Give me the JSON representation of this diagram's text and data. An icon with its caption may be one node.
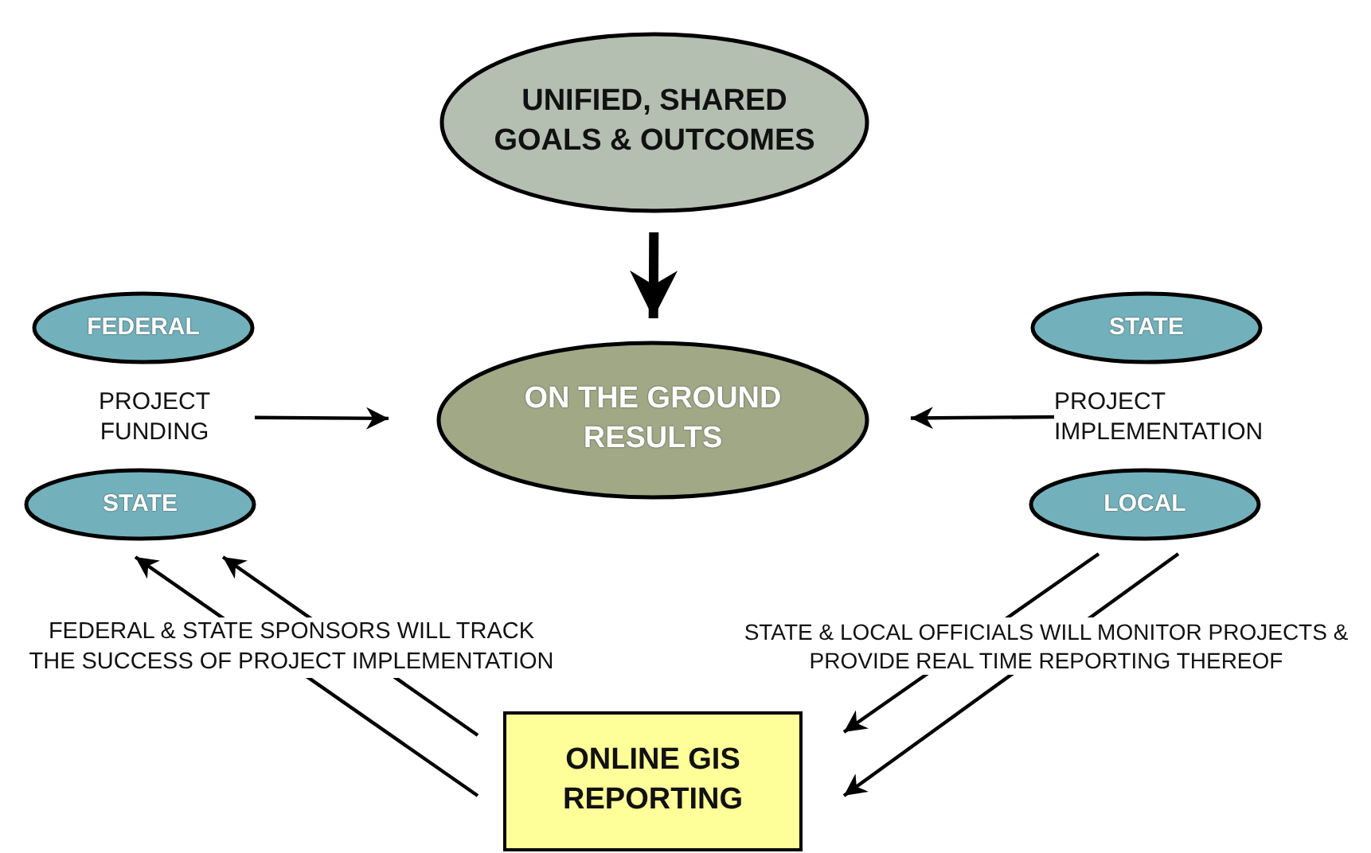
{
  "diagram": {
    "nodes": [
      {
        "text": [
          "UNIFIED, SHARED GOALS & OUTCOMES"
        ]
      },
      {
        "text": [
          "FEDERAL"
        ]
      },
      {
        "text": [
          "STATE"
        ]
      },
      {
        "text": [
          "PROJECT FUNDING"
        ]
      },
      {
        "text": [
          "ON THE GROUND RESULTS"
        ]
      },
      {
        "text": [
          "PROJECT IMPLEMENTATION"
        ]
      },
      {
        "text": [
          "STATE"
        ]
      },
      {
        "text": [
          "LOCAL"
        ]
      },
      {
        "text": [
          "ONLINE GIS REPORTING"
        ]
      }
    ],
    "edges": [
      {
        "from": 0,
        "to": 4,
        "arrow": "to",
        "style": "thick"
      },
      {
        "from": 3,
        "to": 4,
        "arrow": "to"
      },
      {
        "from": 5,
        "to": 4,
        "arrow": "to"
      },
      {
        "from": 8,
        "to": 6,
        "arrow": "to"
      },
      {
        "from": 8,
        "to": 6,
        "arrow": "to"
      },
      {
        "from": 7,
        "to": 8,
        "arrow": "to"
      },
      {
        "from": 7,
        "to": 8,
        "arrow": "to"
      }
    ],
    "labels": [
      "FEDERAL & STATE SPONSORS WILL TRACK THE SUCCESS OF PROJECT IMPLEMENTATION",
      "STATE & LOCAL OFFICIALS WILL MONITOR PROJECTS & PROVIDE REAL TIME REPORTING THEREOF"
    ]
  }
}
